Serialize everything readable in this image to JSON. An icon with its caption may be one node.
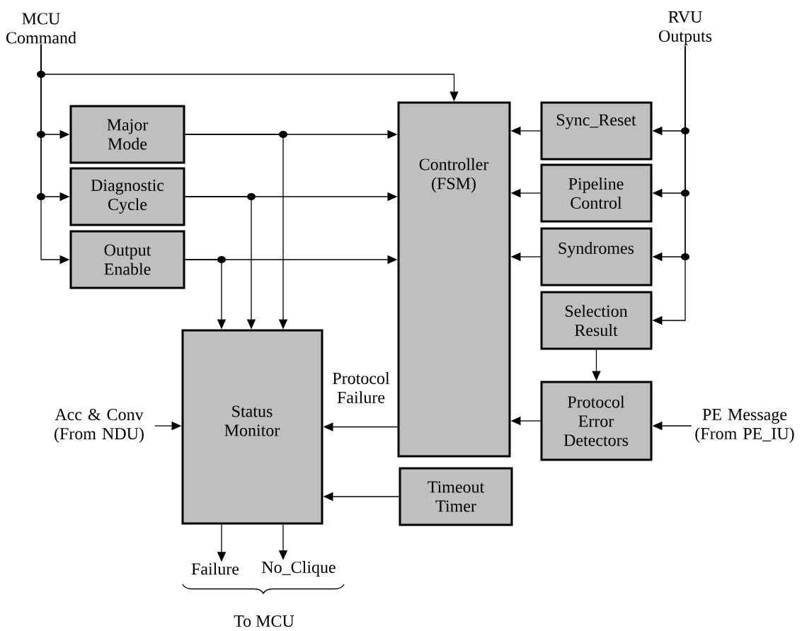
{
  "diagram": {
    "nodes": [
      {
        "text": [
          "MCU Command"
        ]
      },
      {
        "text": [
          "RVU Outputs"
        ]
      },
      {
        "text": [
          "Major Mode"
        ]
      },
      {
        "text": [
          "Diagnostic Cycle"
        ]
      },
      {
        "text": [
          "Output Enable"
        ]
      },
      {
        "text": [
          "Controller (FSM)"
        ]
      },
      {
        "text": [
          "Sync_Reset"
        ]
      },
      {
        "text": [
          "Pipeline Control"
        ]
      },
      {
        "text": [
          "Syndromes"
        ]
      },
      {
        "text": [
          "Selection Result"
        ]
      },
      {
        "text": [
          "Protocol Error Detectors"
        ]
      },
      {
        "text": [
          "Status Monitor"
        ]
      },
      {
        "text": [
          "Timeout Timer"
        ]
      },
      {
        "text": [
          "Acc & Conv (From NDU)"
        ]
      },
      {
        "text": [
          "PE Message (From PE_IU)"
        ]
      },
      {
        "text": [
          "Failure"
        ]
      },
      {
        "text": [
          "No_Clique"
        ]
      }
    ],
    "edges": [
      {
        "from": 0,
        "to": 5,
        "arrow": "to"
      },
      {
        "from": 0,
        "to": 2,
        "arrow": "to"
      },
      {
        "from": 0,
        "to": 3,
        "arrow": "to"
      },
      {
        "from": 0,
        "to": 4,
        "arrow": "to"
      },
      {
        "from": 2,
        "to": 5,
        "arrow": "to"
      },
      {
        "from": 3,
        "to": 5,
        "arrow": "to"
      },
      {
        "from": 4,
        "to": 5,
        "arrow": "to"
      },
      {
        "from": 2,
        "to": 11,
        "arrow": "to"
      },
      {
        "from": 3,
        "to": 11,
        "arrow": "to"
      },
      {
        "from": 4,
        "to": 11,
        "arrow": "to"
      },
      {
        "from": 1,
        "to": 6,
        "arrow": "to"
      },
      {
        "from": 1,
        "to": 7,
        "arrow": "to"
      },
      {
        "from": 1,
        "to": 8,
        "arrow": "to"
      },
      {
        "from": 1,
        "to": 9,
        "arrow": "to"
      },
      {
        "from": 6,
        "to": 5,
        "arrow": "to"
      },
      {
        "from": 7,
        "to": 5,
        "arrow": "to"
      },
      {
        "from": 8,
        "to": 5,
        "arrow": "to"
      },
      {
        "from": 9,
        "to": 10,
        "arrow": "to"
      },
      {
        "from": 10,
        "to": 5,
        "arrow": "to"
      },
      {
        "from": 5,
        "to": 11,
        "arrow": "to",
        "label": "Protocol Failure"
      },
      {
        "from": 12,
        "to": 11,
        "arrow": "to"
      },
      {
        "from": 14,
        "to": 10,
        "arrow": "to"
      },
      {
        "from": 13,
        "to": 11,
        "arrow": "to"
      },
      {
        "from": 11,
        "to": 15,
        "arrow": "to"
      },
      {
        "from": 11,
        "to": 16,
        "arrow": "to"
      }
    ],
    "labels": [
      "To MCU"
    ]
  }
}
